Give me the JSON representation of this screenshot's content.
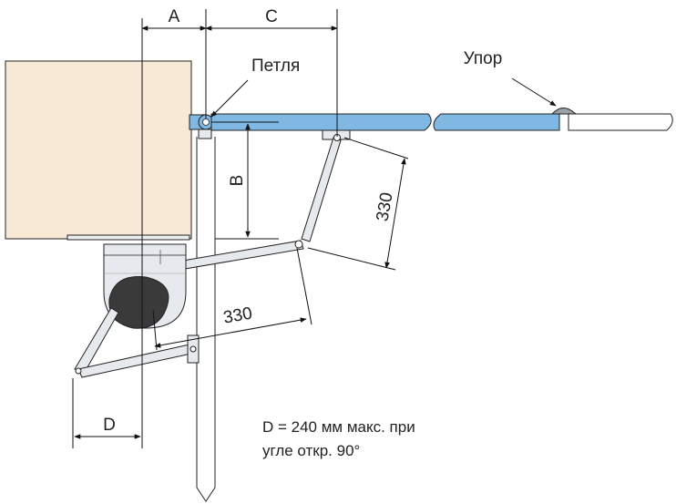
{
  "labels": {
    "dim_a": "A",
    "dim_c": "C",
    "dim_b": "B",
    "dim_d": "D",
    "hinge": "Петля",
    "stop": "Упор",
    "arm_length_1": "330",
    "arm_length_2": "330"
  },
  "note": {
    "line1": "D = 240 мм макс. при",
    "line2": "угле откр. 90°"
  },
  "colors": {
    "pillar": "#f8e8d6",
    "gate_leaf": "#7fb8e2",
    "motor_body": "#e6eaee",
    "motor_dark": "#3a3a3a",
    "stop_block": "#9aa0a6"
  }
}
